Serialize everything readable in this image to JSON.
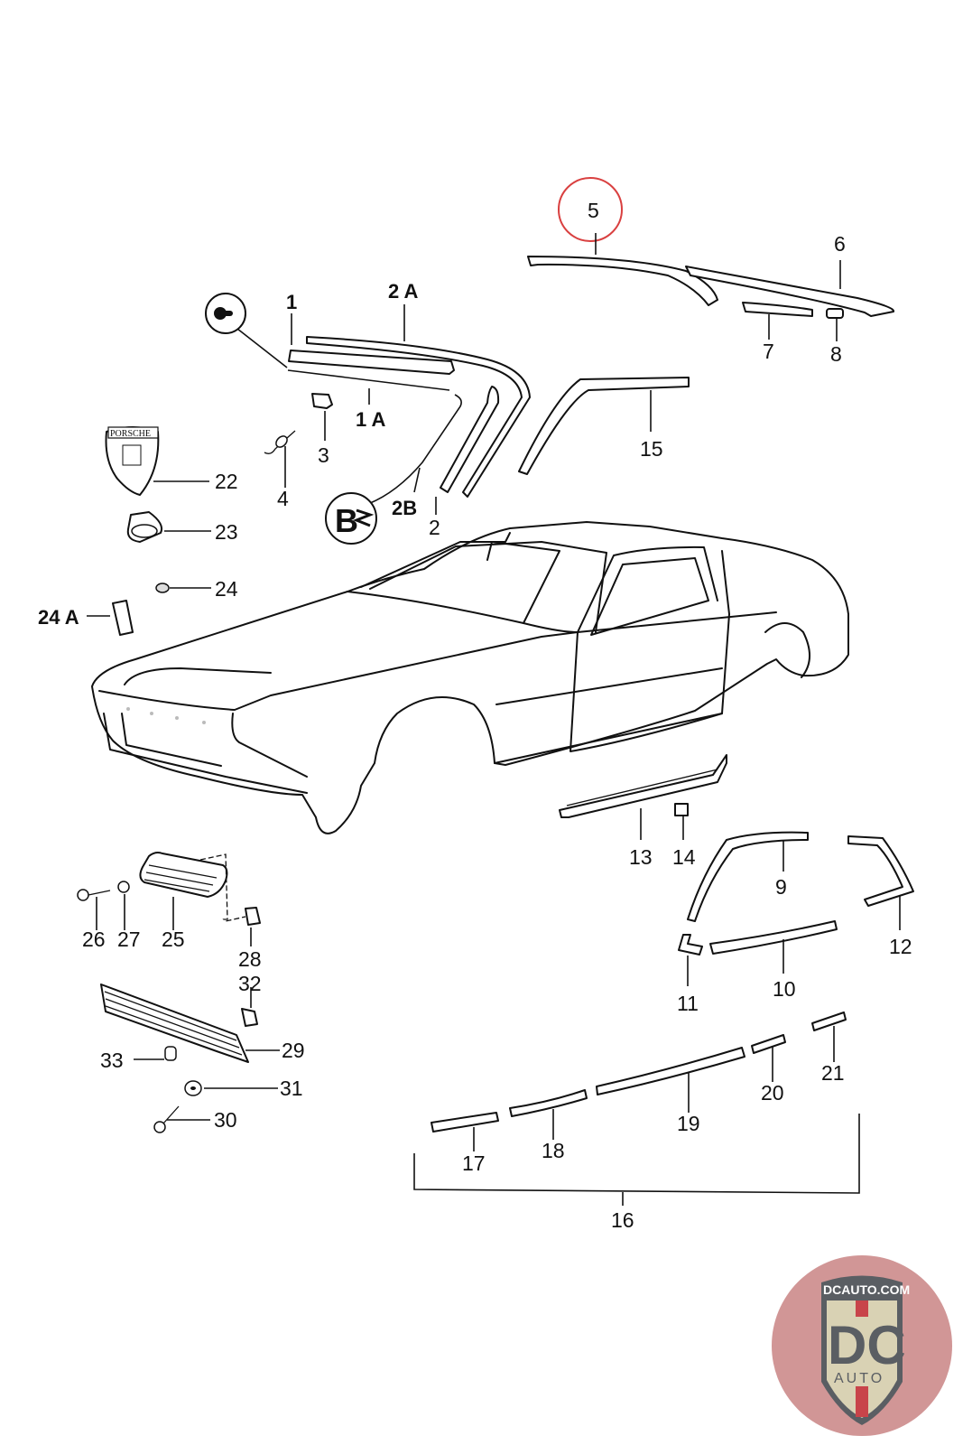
{
  "diagram": {
    "title": "Body trim / molding exploded parts diagram",
    "highlight_color": "#d94040",
    "highlighted_part": "5",
    "parts": [
      {
        "id": "1",
        "label": "1"
      },
      {
        "id": "1A",
        "label": "1 A"
      },
      {
        "id": "2",
        "label": "2"
      },
      {
        "id": "2A",
        "label": "2 A"
      },
      {
        "id": "2B",
        "label": "2B"
      },
      {
        "id": "3",
        "label": "3"
      },
      {
        "id": "4",
        "label": "4"
      },
      {
        "id": "5",
        "label": "5"
      },
      {
        "id": "6",
        "label": "6"
      },
      {
        "id": "7",
        "label": "7"
      },
      {
        "id": "8",
        "label": "8"
      },
      {
        "id": "9",
        "label": "9"
      },
      {
        "id": "10",
        "label": "10"
      },
      {
        "id": "11",
        "label": "11"
      },
      {
        "id": "12",
        "label": "12"
      },
      {
        "id": "13",
        "label": "13"
      },
      {
        "id": "14",
        "label": "14"
      },
      {
        "id": "15",
        "label": "15"
      },
      {
        "id": "16",
        "label": "16"
      },
      {
        "id": "17",
        "label": "17"
      },
      {
        "id": "18",
        "label": "18"
      },
      {
        "id": "19",
        "label": "19"
      },
      {
        "id": "20",
        "label": "20"
      },
      {
        "id": "21",
        "label": "21"
      },
      {
        "id": "22",
        "label": "22"
      },
      {
        "id": "23",
        "label": "23"
      },
      {
        "id": "24",
        "label": "24"
      },
      {
        "id": "24A",
        "label": "24 A"
      },
      {
        "id": "25",
        "label": "25"
      },
      {
        "id": "26",
        "label": "26"
      },
      {
        "id": "27",
        "label": "27"
      },
      {
        "id": "28",
        "label": "28"
      },
      {
        "id": "29",
        "label": "29"
      },
      {
        "id": "30",
        "label": "30"
      },
      {
        "id": "31",
        "label": "31"
      },
      {
        "id": "32",
        "label": "32"
      },
      {
        "id": "33",
        "label": "33"
      }
    ],
    "badge_text": "PORSCHE"
  },
  "watermark": {
    "site": "DCAUTO.COM",
    "letters": "DC",
    "sub": "AUTO",
    "colors": {
      "ring": "#c98484",
      "shield": "#d9d2b4",
      "text": "#5a5e63",
      "stripe": "#c8444a"
    }
  }
}
